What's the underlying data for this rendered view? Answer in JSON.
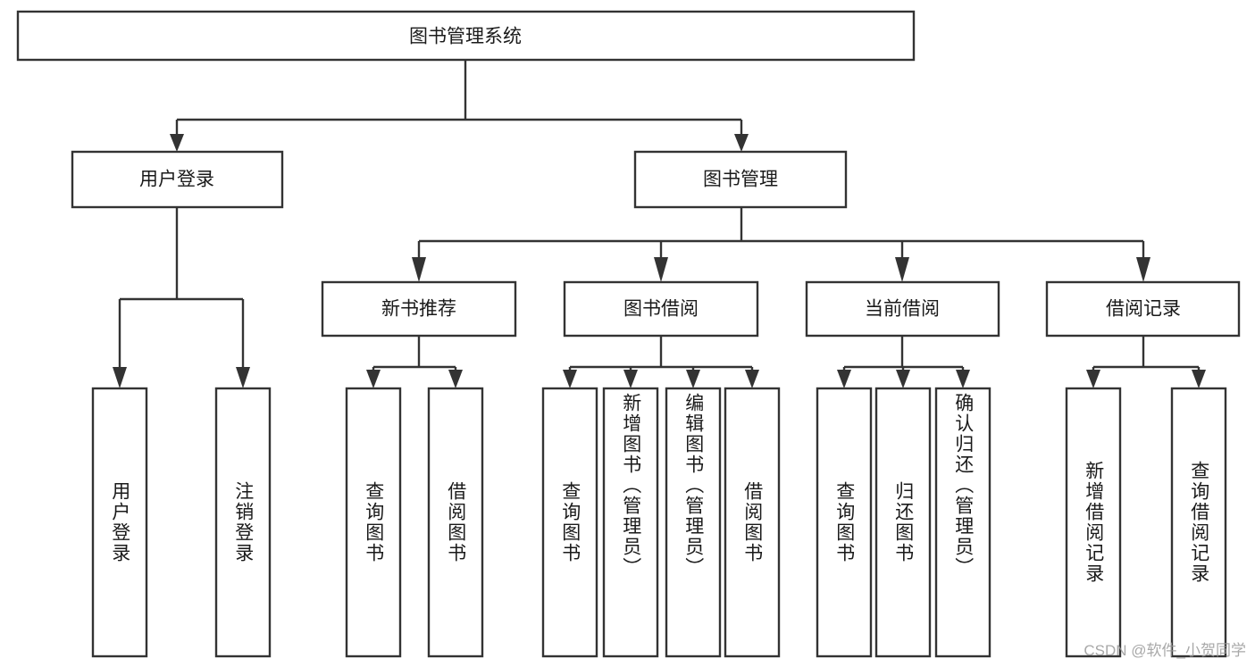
{
  "diagram": {
    "title": "图书管理系统",
    "type": "hierarchy-tree",
    "watermark": "CSDN @软件_小贺同学",
    "colors": {
      "box_stroke": "#333333",
      "box_fill": "#ffffff",
      "text": "#1a1a1a",
      "watermark": "#9a9a9a",
      "background": "#ffffff"
    },
    "root": {
      "label": "图书管理系统",
      "level": 0
    },
    "level2": [
      {
        "id": "user-login",
        "label": "用户登录"
      },
      {
        "id": "book-management",
        "label": "图书管理"
      }
    ],
    "level3": [
      {
        "id": "new-book-recommend",
        "label": "新书推荐",
        "parent": "book-management"
      },
      {
        "id": "book-borrow",
        "label": "图书借阅",
        "parent": "book-management"
      },
      {
        "id": "current-borrow",
        "label": "当前借阅",
        "parent": "book-management"
      },
      {
        "id": "borrow-record",
        "label": "借阅记录",
        "parent": "book-management"
      }
    ],
    "leaves": [
      {
        "id": "leaf-user-login",
        "label": "用户登录",
        "parent": "user-login"
      },
      {
        "id": "leaf-logout-login",
        "label": "注销登录",
        "parent": "user-login"
      },
      {
        "id": "leaf-query-book-1",
        "label": "查询图书",
        "parent": "new-book-recommend"
      },
      {
        "id": "leaf-borrow-book-1",
        "label": "借阅图书",
        "parent": "new-book-recommend"
      },
      {
        "id": "leaf-query-book-2",
        "label": "查询图书",
        "parent": "book-borrow"
      },
      {
        "id": "leaf-add-book",
        "label": "新增图书（管理员）",
        "parent": "book-borrow"
      },
      {
        "id": "leaf-edit-book",
        "label": "编辑图书（管理员）",
        "parent": "book-borrow"
      },
      {
        "id": "leaf-borrow-book-2",
        "label": "借阅图书",
        "parent": "book-borrow"
      },
      {
        "id": "leaf-query-book-3",
        "label": "查询图书",
        "parent": "current-borrow"
      },
      {
        "id": "leaf-return-book",
        "label": "归还图书",
        "parent": "current-borrow"
      },
      {
        "id": "leaf-confirm-return",
        "label": "确认归还（管理员）",
        "parent": "current-borrow"
      },
      {
        "id": "leaf-add-record",
        "label": "新增借阅记录",
        "parent": "borrow-record"
      },
      {
        "id": "leaf-query-record",
        "label": "查询借阅记录",
        "parent": "borrow-record"
      }
    ]
  }
}
